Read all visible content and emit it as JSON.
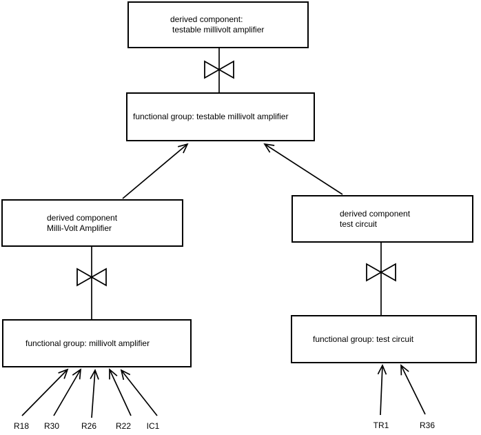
{
  "colors": {
    "background": "#ffffff",
    "line": "#000000",
    "text": "#000000"
  },
  "nodes": {
    "top_derived": {
      "line1": "derived component:",
      "line2": "testable millivolt amplifier"
    },
    "top_functional": {
      "line1": "functional group: testable millivolt amplifier"
    },
    "left_derived": {
      "line1": "derived component",
      "line2": "Milli-Volt Amplifier"
    },
    "right_derived": {
      "line1": "derived component",
      "line2": "test circuit"
    },
    "left_functional": {
      "line1": "functional group: millivolt amplifier"
    },
    "right_functional": {
      "line1": "functional group: test circuit"
    }
  },
  "component_labels": {
    "r18": "R18",
    "r30": "R30",
    "r26": "R26",
    "r22": "R22",
    "ic1": "IC1",
    "tr1": "TR1",
    "r36": "R36"
  }
}
